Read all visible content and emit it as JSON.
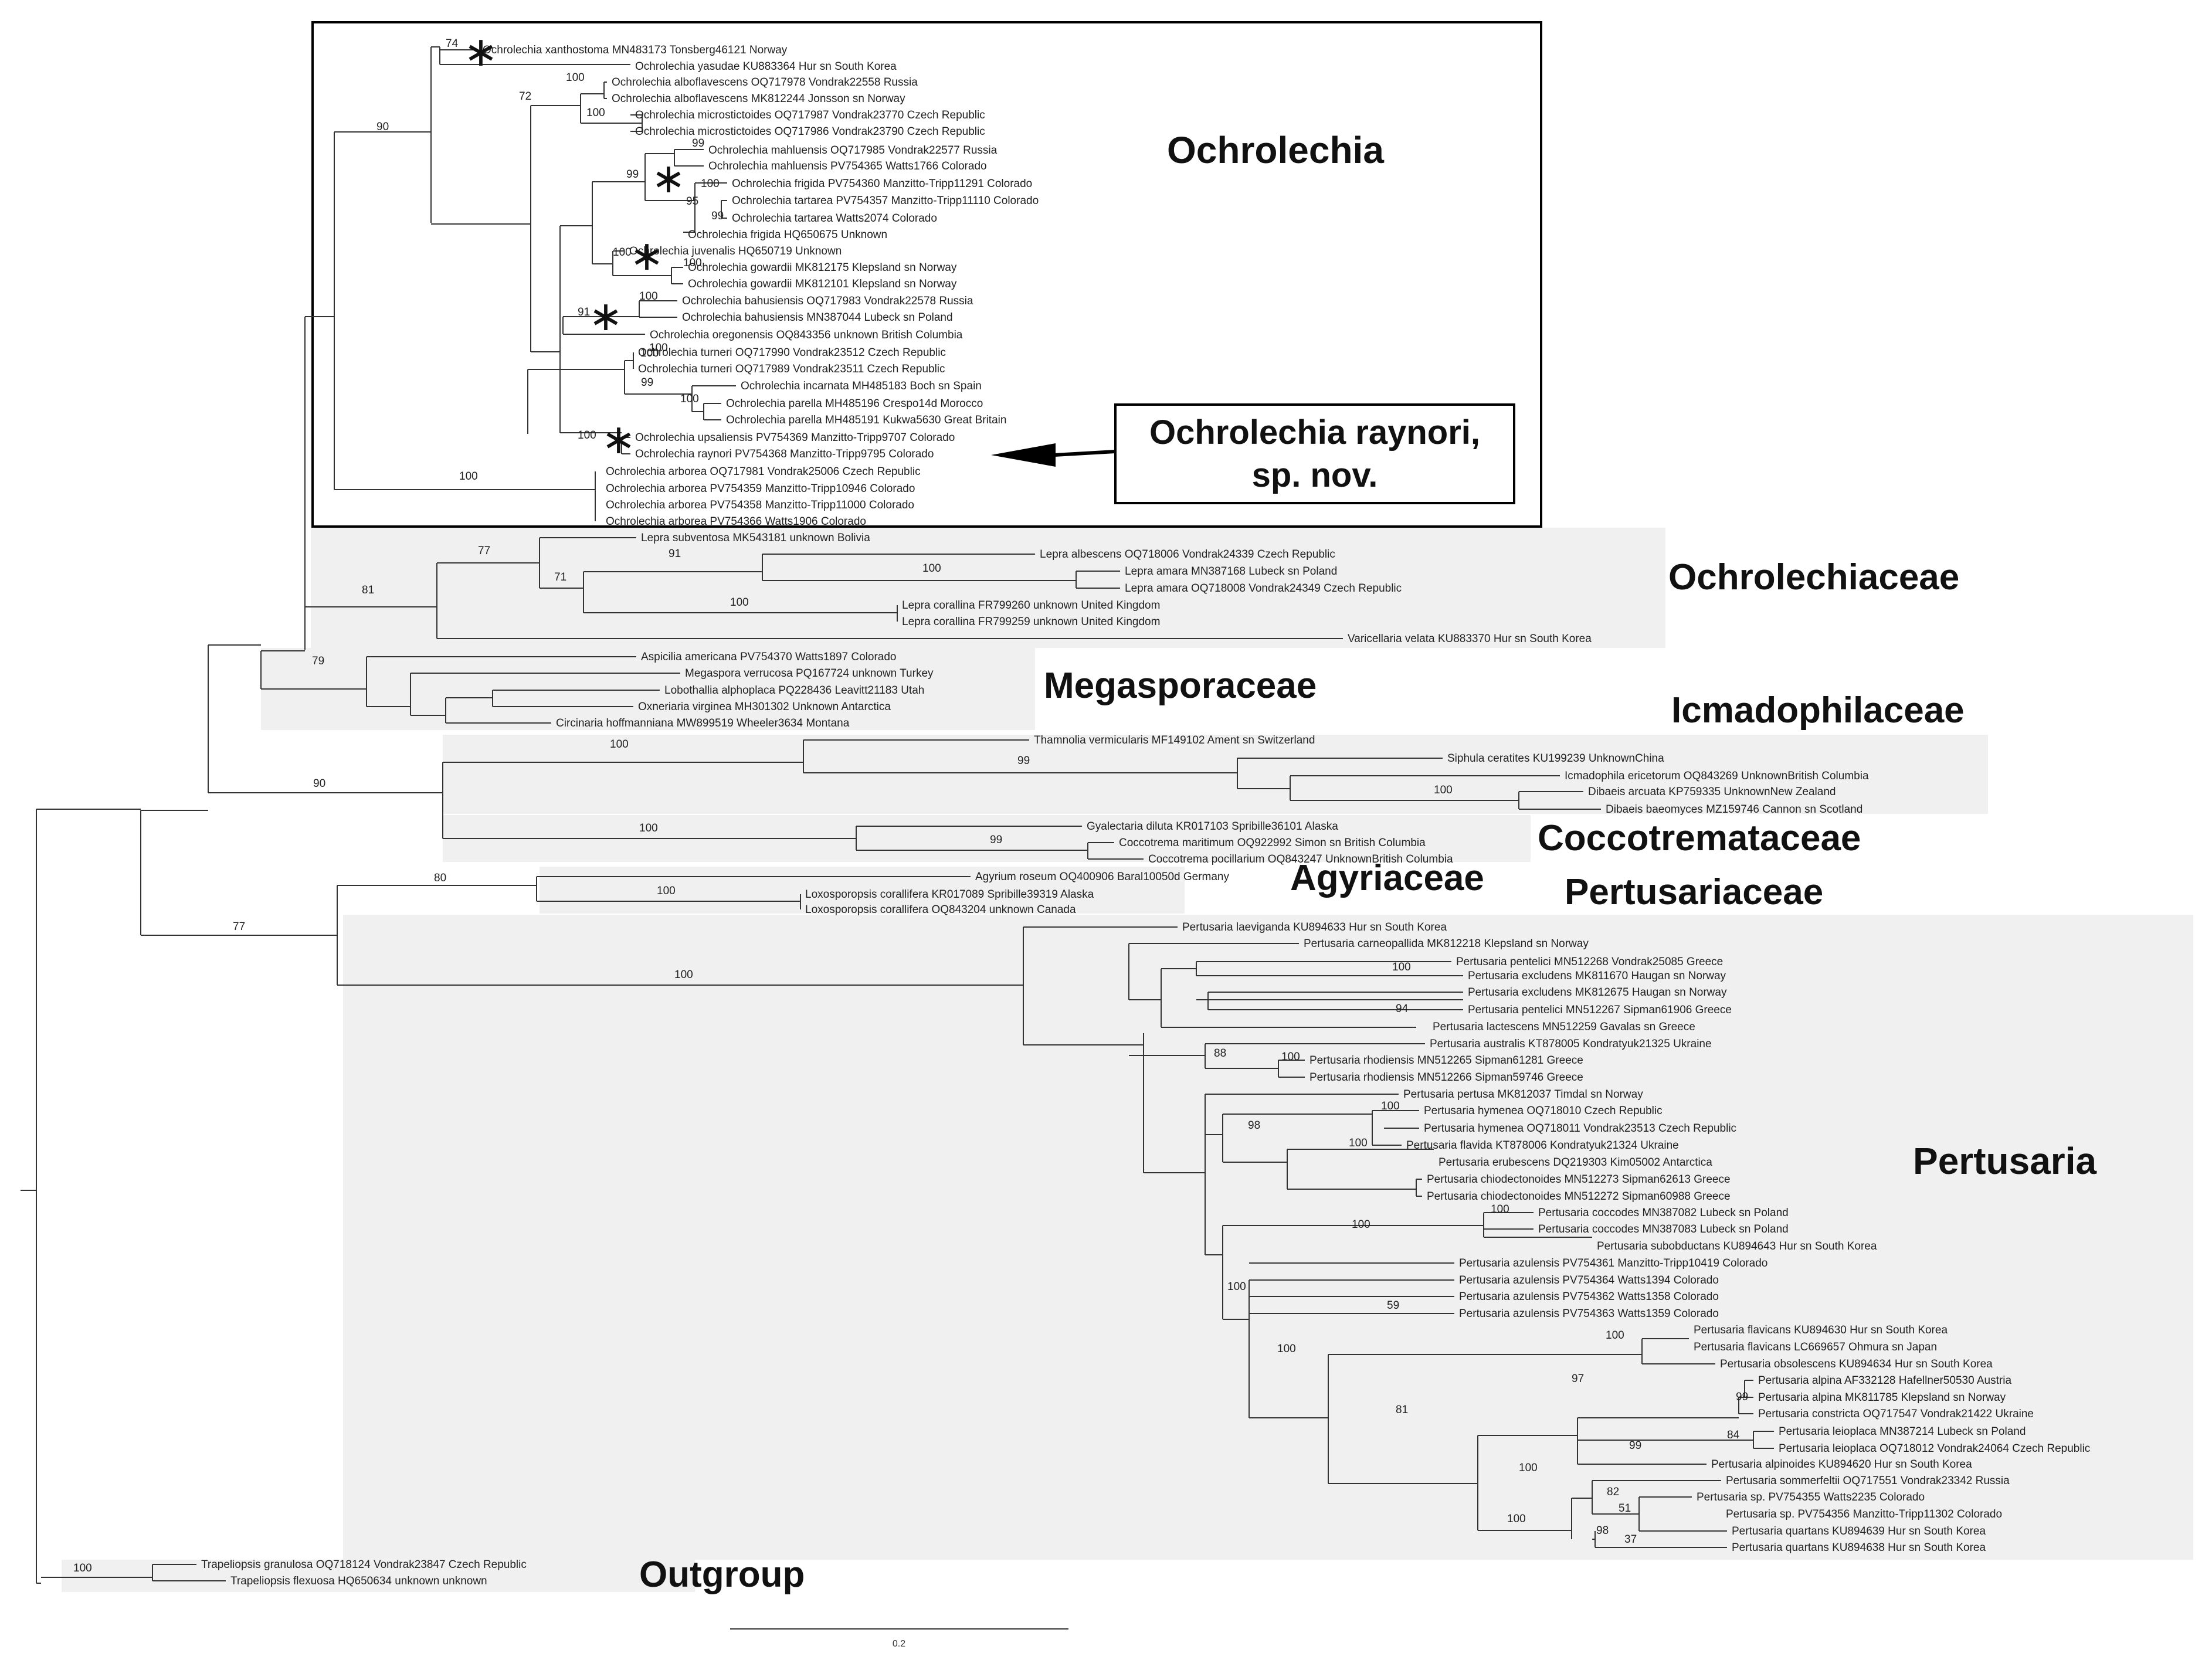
{
  "group_labels": [
    {
      "id": "ochrolechia",
      "text": "Ochrolechia"
    },
    {
      "id": "ochrolechiaceae",
      "text": "Ochrolechiaceae"
    },
    {
      "id": "megasporaceae",
      "text": "Megasporaceae"
    },
    {
      "id": "icmadophilaceae",
      "text": "Icmadophilaceae"
    },
    {
      "id": "coccotremataceae",
      "text": "Coccotremataceae"
    },
    {
      "id": "agyriaceae",
      "text": "Agyriaceae"
    },
    {
      "id": "pertusariaceae",
      "text": "Pertusariaceae"
    },
    {
      "id": "pertusaria",
      "text": "Pertusaria"
    },
    {
      "id": "outgroup",
      "text": "Outgroup"
    }
  ],
  "callout": {
    "line1": "Ochrolechia raynori,",
    "line2": "sp. nov."
  },
  "scale_bar": {
    "label": "0.2"
  },
  "taxa": [
    "Ochrolechia xanthostoma MN483173 Tonsberg46121 Norway",
    "Ochrolechia yasudae KU883364 Hur sn South Korea",
    "Ochrolechia alboflavescens OQ717978 Vondrak22558 Russia",
    "Ochrolechia alboflavescens MK812244 Jonsson sn Norway",
    "Ochrolechia microstictoides OQ717987 Vondrak23770 Czech Republic",
    "Ochrolechia microstictoides OQ717986 Vondrak23790 Czech Republic",
    "Ochrolechia mahluensis OQ717985 Vondrak22577 Russia",
    "Ochrolechia mahluensis PV754365 Watts1766 Colorado",
    "Ochrolechia frigida PV754360 Manzitto-Tripp11291 Colorado",
    "Ochrolechia tartarea PV754357 Manzitto-Tripp11110 Colorado",
    "Ochrolechia tartarea Watts2074 Colorado",
    "Ochrolechia frigida HQ650675 Unknown",
    "Ochrolechia juvenalis HQ650719 Unknown",
    "Ochrolechia gowardii MK812175 Klepsland sn Norway",
    "Ochrolechia gowardii MK812101 Klepsland sn Norway",
    "Ochrolechia bahusiensis OQ717983 Vondrak22578 Russia",
    "Ochrolechia bahusiensis MN387044 Lubeck sn Poland",
    "Ochrolechia oregonensis OQ843356 unknown British Columbia",
    "Ochrolechia turneri OQ717990 Vondrak23512 Czech Republic",
    "Ochrolechia turneri OQ717989 Vondrak23511 Czech Republic",
    "Ochrolechia incarnata MH485183 Boch sn Spain",
    "Ochrolechia parella MH485196 Crespo14d Morocco",
    "Ochrolechia parella MH485191 Kukwa5630 Great Britain",
    "Ochrolechia upsaliensis PV754369 Manzitto-Tripp9707 Colorado",
    "Ochrolechia raynori PV754368 Manzitto-Tripp9795 Colorado",
    "Ochrolechia arborea OQ717981 Vondrak25006 Czech Republic",
    "Ochrolechia arborea PV754359 Manzitto-Tripp10946 Colorado",
    "Ochrolechia arborea PV754358 Manzitto-Tripp11000 Colorado",
    "Ochrolechia arborea PV754366 Watts1906 Colorado",
    "Lepra subventosa MK543181 unknown Bolivia",
    "Lepra albescens OQ718006 Vondrak24339 Czech Republic",
    "Lepra amara MN387168 Lubeck sn Poland",
    "Lepra amara OQ718008 Vondrak24349 Czech Republic",
    "Lepra corallina FR799260 unknown United Kingdom",
    "Lepra corallina FR799259 unknown United Kingdom",
    "Varicellaria velata KU883370 Hur sn South Korea",
    "Aspicilia americana PV754370 Watts1897 Colorado",
    "Megaspora verrucosa PQ167724 unknown Turkey",
    "Lobothallia alphoplaca PQ228436 Leavitt21183 Utah",
    "Oxneriaria virginea MH301302 Unknown Antarctica",
    "Circinaria hoffmanniana MW899519 Wheeler3634 Montana",
    "Thamnolia vermicularis MF149102 Ament sn Switzerland",
    "Siphula ceratites KU199239 UnknownChina",
    "Icmadophila ericetorum OQ843269 UnknownBritish Columbia",
    "Dibaeis arcuata KP759335 UnknownNew Zealand",
    "Dibaeis baeomyces MZ159746 Cannon sn Scotland",
    "Gyalectaria diluta KR017103 Spribille36101 Alaska",
    "Coccotrema maritimum OQ922992 Simon sn British Columbia",
    "Coccotrema pocillarium OQ843247 UnknownBritish Columbia",
    "Agyrium roseum OQ400906 Baral10050d Germany",
    "Loxosporopsis corallifera KR017089 Spribille39319 Alaska",
    "Loxosporopsis corallifera OQ843204 unknown Canada",
    "Pertusaria laeviganda KU894633 Hur sn South Korea",
    "Pertusaria carneopallida MK812218 Klepsland sn Norway",
    "Pertusaria pentelici MN512268 Vondrak25085 Greece",
    "Pertusaria excludens MK811670 Haugan sn Norway",
    "Pertusaria excludens MK812675 Haugan sn Norway",
    "Pertusaria pentelici MN512267 Sipman61906 Greece",
    "Pertusaria lactescens MN512259 Gavalas sn Greece",
    "Pertusaria australis KT878005 Kondratyuk21325 Ukraine",
    "Pertusaria rhodiensis MN512265 Sipman61281 Greece",
    "Pertusaria rhodiensis MN512266 Sipman59746 Greece",
    "Pertusaria pertusa MK812037 Timdal sn Norway",
    "Pertusaria hymenea OQ718010 Czech Republic",
    "Pertusaria hymenea OQ718011 Vondrak23513 Czech Republic",
    "Pertusaria flavida KT878006 Kondratyuk21324 Ukraine",
    "Pertusaria erubescens DQ219303 Kim05002 Antarctica",
    "Pertusaria chiodectonoides MN512273 Sipman62613 Greece",
    "Pertusaria chiodectonoides MN512272 Sipman60988 Greece",
    "Pertusaria coccodes MN387082 Lubeck sn Poland",
    "Pertusaria coccodes MN387083 Lubeck sn Poland",
    "Pertusaria subobductans KU894643 Hur sn South Korea",
    "Pertusaria azulensis PV754361 Manzitto-Tripp10419 Colorado",
    "Pertusaria azulensis PV754364 Watts1394 Colorado",
    "Pertusaria azulensis PV754362 Watts1358 Colorado",
    "Pertusaria azulensis PV754363 Watts1359 Colorado",
    "Pertusaria flavicans KU894630 Hur sn South Korea",
    "Pertusaria flavicans LC669657 Ohmura sn Japan",
    "Pertusaria obsolescens KU894634 Hur sn South Korea",
    "Pertusaria alpina AF332128 Hafellner50530 Austria",
    "Pertusaria alpina MK811785 Klepsland sn Norway",
    "Pertusaria constricta OQ717547 Vondrak21422 Ukraine",
    "Pertusaria leioplaca MN387214 Lubeck sn Poland",
    "Pertusaria leioplaca OQ718012 Vondrak24064 Czech Republic",
    "Pertusaria alpinoides KU894620 Hur sn South Korea",
    "Pertusaria sommerfeltii OQ717551 Vondrak23342 Russia",
    "Pertusaria sp. PV754355 Watts2235 Colorado",
    "Pertusaria sp. PV754356 Manzitto-Tripp11302 Colorado",
    "Pertusaria quartans KU894639 Hur sn South Korea",
    "Pertusaria quartans KU894638 Hur sn South Korea",
    "Trapeliopsis granulosa OQ718124 Vondrak23847 Czech Republic",
    "Trapeliopsis flexuosa HQ650634 unknown unknown"
  ],
  "support_values": [
    "74",
    "90",
    "100",
    "72",
    "100",
    "99",
    "99",
    "100",
    "95",
    "99",
    "100",
    "100",
    "91",
    "100",
    "100",
    "100",
    "99",
    "100",
    "100",
    "100",
    "77",
    "81",
    "71",
    "91",
    "100",
    "100",
    "79",
    "100",
    "90",
    "99",
    "100",
    "100",
    "99",
    "80",
    "100",
    "77",
    "100",
    "100",
    "94",
    "88",
    "100",
    "100",
    "98",
    "100",
    "100",
    "100",
    "100",
    "59",
    "100",
    "81",
    "100",
    "100",
    "97",
    "99",
    "99",
    "84",
    "100",
    "82",
    "51",
    "98",
    "37",
    "100",
    "100"
  ]
}
